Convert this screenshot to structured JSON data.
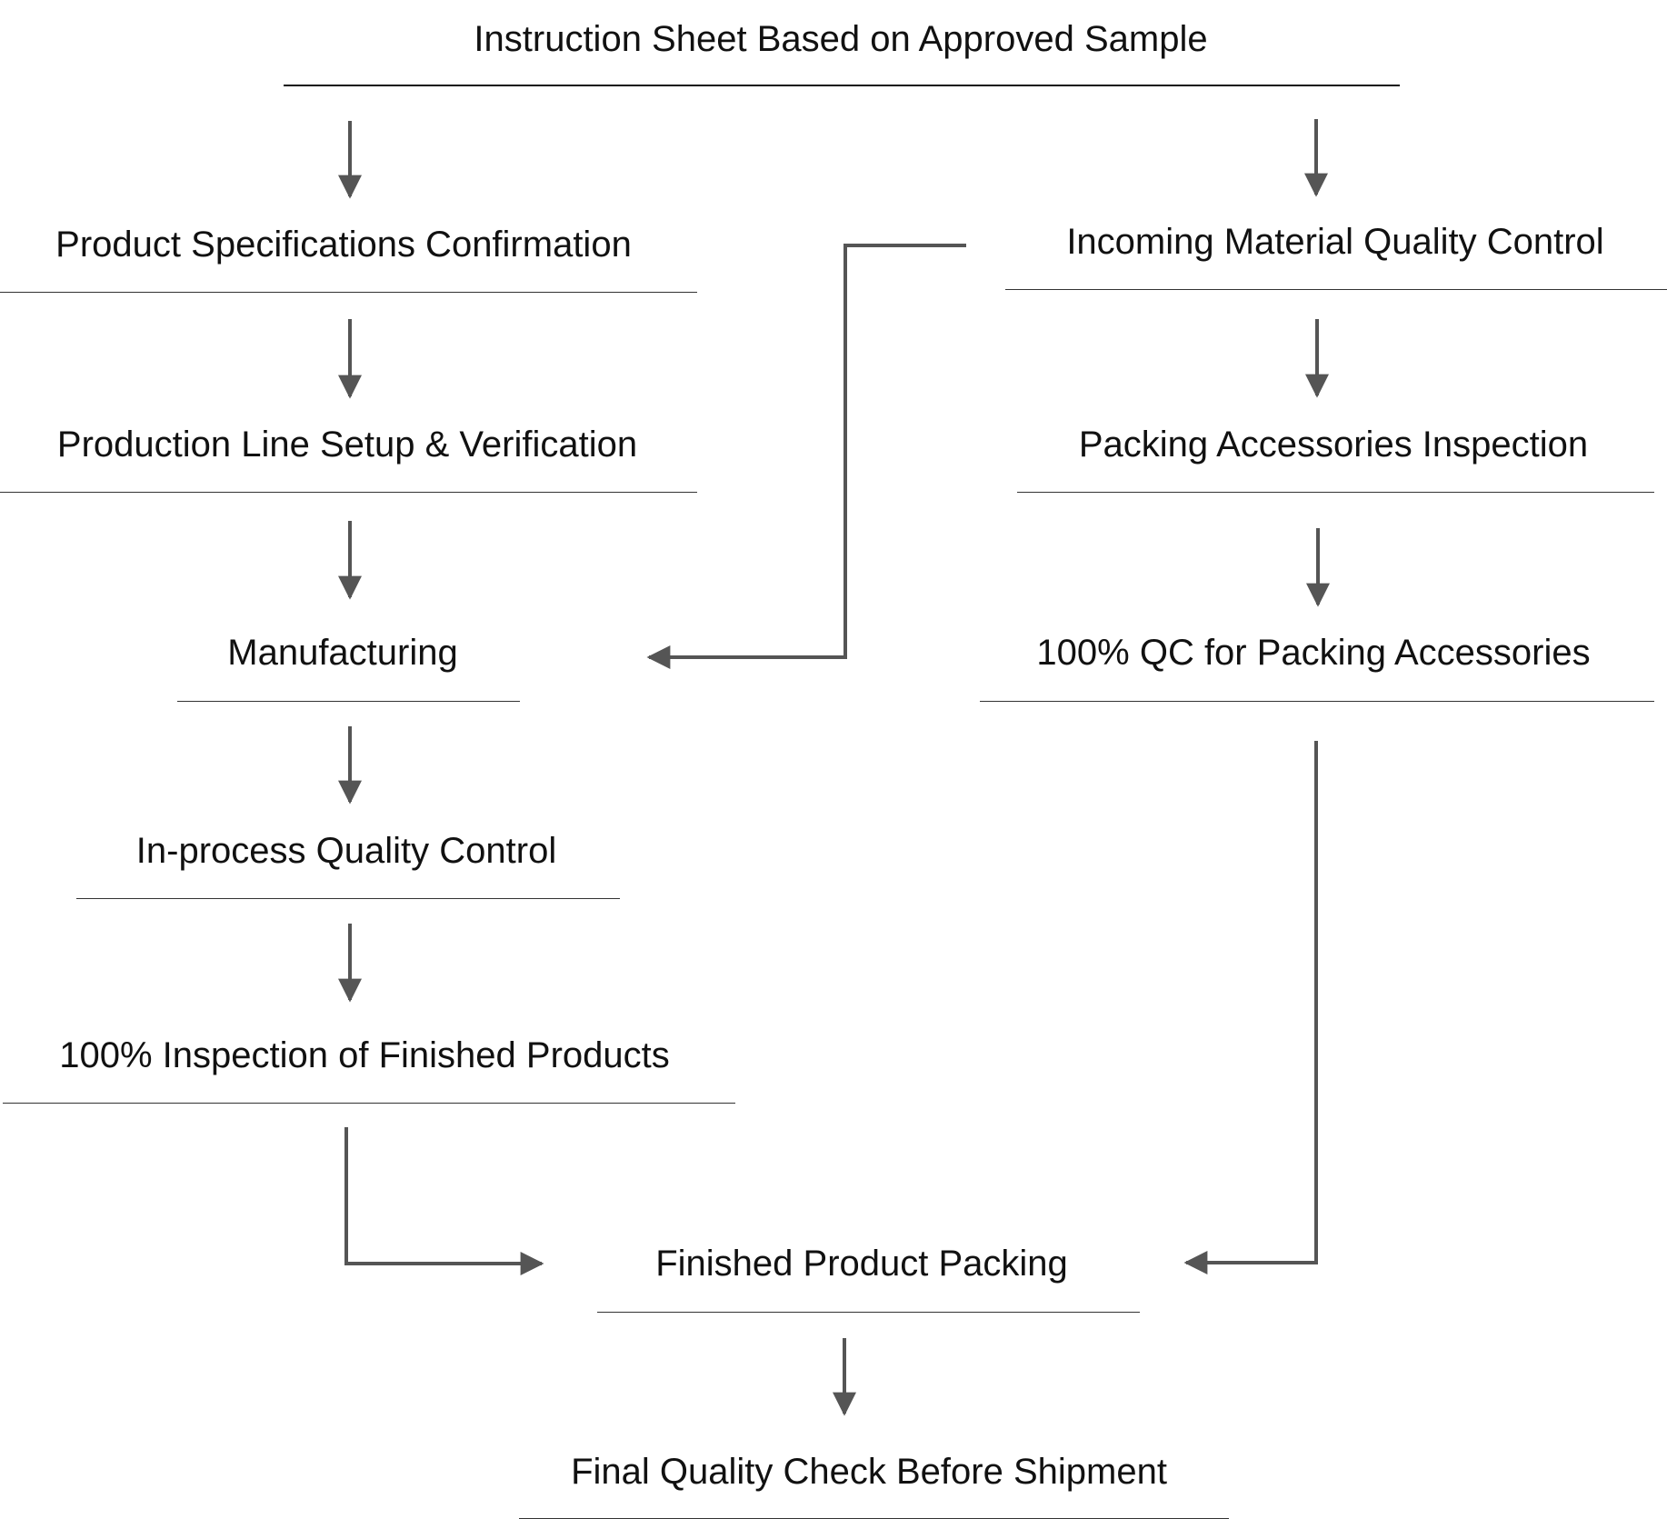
{
  "diagram": {
    "colors": {
      "text": "#111111",
      "rule": "#333333",
      "arrow": "#555555",
      "background": "#ffffff"
    },
    "nodes": [
      {
        "id": "instruction-sheet",
        "label": "Instruction Sheet Based on Approved Sample"
      },
      {
        "id": "product-specifications",
        "label": "Product Specifications Confirmation"
      },
      {
        "id": "production-line-setup",
        "label": "Production Line Setup & Verification"
      },
      {
        "id": "manufacturing",
        "label": "Manufacturing"
      },
      {
        "id": "in-process-qc",
        "label": "In-process Quality Control"
      },
      {
        "id": "inspection-finished-products",
        "label": "100% Inspection of Finished Products"
      },
      {
        "id": "incoming-material-qc",
        "label": "Incoming Material Quality Control"
      },
      {
        "id": "packing-accessories-inspection",
        "label": "Packing Accessories Inspection"
      },
      {
        "id": "qc-packing-accessories",
        "label": "100% QC for Packing Accessories"
      },
      {
        "id": "finished-product-packing",
        "label": "Finished Product Packing"
      },
      {
        "id": "final-quality-check",
        "label": "Final Quality Check Before Shipment"
      }
    ],
    "edges": [
      {
        "from": "instruction-sheet",
        "to": "product-specifications"
      },
      {
        "from": "instruction-sheet",
        "to": "incoming-material-qc"
      },
      {
        "from": "product-specifications",
        "to": "production-line-setup"
      },
      {
        "from": "production-line-setup",
        "to": "manufacturing"
      },
      {
        "from": "manufacturing",
        "to": "in-process-qc"
      },
      {
        "from": "in-process-qc",
        "to": "inspection-finished-products"
      },
      {
        "from": "incoming-material-qc",
        "to": "manufacturing"
      },
      {
        "from": "incoming-material-qc",
        "to": "packing-accessories-inspection"
      },
      {
        "from": "packing-accessories-inspection",
        "to": "qc-packing-accessories"
      },
      {
        "from": "inspection-finished-products",
        "to": "finished-product-packing"
      },
      {
        "from": "qc-packing-accessories",
        "to": "finished-product-packing"
      },
      {
        "from": "finished-product-packing",
        "to": "final-quality-check"
      }
    ]
  }
}
